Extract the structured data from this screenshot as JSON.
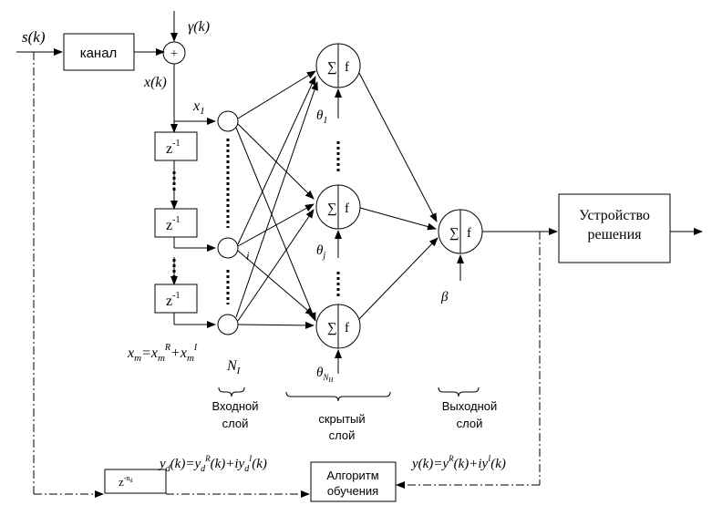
{
  "colors": {
    "stroke": "#000000",
    "background": "#ffffff"
  },
  "signals": {
    "input": "s(k)",
    "noise": "γ(k)",
    "channel_out": "x(k)",
    "x1": "x",
    "x1_sub": "1",
    "i_label": "i",
    "xm_label": "x",
    "xm_sub": "m",
    "xm_eq": "=x",
    "xm_sup1": "R",
    "xm_plus": "+x",
    "xm_sup2": "I",
    "ni_label": "N",
    "ni_sub": "I"
  },
  "blocks": {
    "channel": "канал",
    "plus": "+",
    "delay": "z",
    "delay_exp": "-1",
    "decision_line1": "Устройство",
    "decision_line2": "решения",
    "training_line1": "Алгоритм",
    "training_line2": "обучения",
    "delay_bottom": "z",
    "delay_bottom_exp": "-n",
    "delay_bottom_sub": "d"
  },
  "neuron": {
    "sum": "∑",
    "func": "f"
  },
  "thresholds": {
    "theta": "θ",
    "theta1_sub": "1",
    "thetaj_sub": "j",
    "thetaN_sub": "N",
    "thetaN_subsub": "H",
    "beta": "β"
  },
  "layers": {
    "input_1": "Входной",
    "input_2": "слой",
    "hidden_1": "скрытый",
    "hidden_2": "слой",
    "output_1": "Выходной",
    "output_2": "слой"
  },
  "equations": {
    "yd": "y",
    "yd_sub": "d",
    "yd_mid": "(k)=y",
    "yd_sup1": "R",
    "yd_sub2": "d",
    "yd_mid2": "(k)+iy",
    "yd_sup2": "I",
    "yd_sub3": "d",
    "yd_end": "(k)",
    "y": "y(k)=y",
    "y_sup1": "R",
    "y_mid": "(k)+iy",
    "y_sup2": "I",
    "y_end": "(k)"
  }
}
